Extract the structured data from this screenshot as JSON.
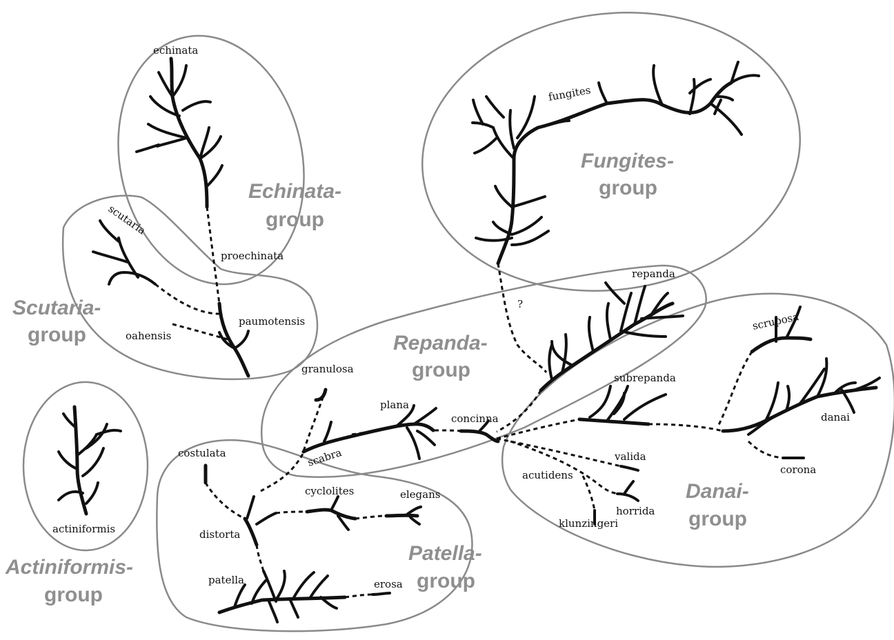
{
  "groups": {
    "echinata": {
      "name": "Echinata-",
      "suffix": "group"
    },
    "scutaria": {
      "name": "Scutaria-",
      "suffix": "group"
    },
    "actiniformis": {
      "name": "Actiniformis-",
      "suffix": "group"
    },
    "fungites": {
      "name": "Fungites-",
      "suffix": "group"
    },
    "repanda": {
      "name": "Repanda-",
      "suffix": "group"
    },
    "danai": {
      "name": "Danai-",
      "suffix": "group"
    },
    "patella": {
      "name": "Patella-",
      "suffix": "group"
    }
  },
  "species": {
    "echinata": "echinata",
    "proechinata": "proechinata",
    "scutaria": "scutaria",
    "paumotensis": "paumotensis",
    "oahensis": "oahensis",
    "actiniformis": "actiniformis",
    "fungites": "fungites",
    "question": "?",
    "repanda": "repanda",
    "granulosa": "granulosa",
    "plana": "plana",
    "concinna": "concinna",
    "scabra": "scabra",
    "scruposa": "scruposa",
    "subrepanda": "subrepanda",
    "danai": "danai",
    "corona": "corona",
    "valida": "valida",
    "acutidens": "acutidens",
    "horrida": "horrida",
    "klunzingeri": "klunzingeri",
    "costulata": "costulata",
    "cyclolites": "cyclolites",
    "elegans": "elegans",
    "distorta": "distorta",
    "patella": "patella",
    "erosa": "erosa"
  }
}
